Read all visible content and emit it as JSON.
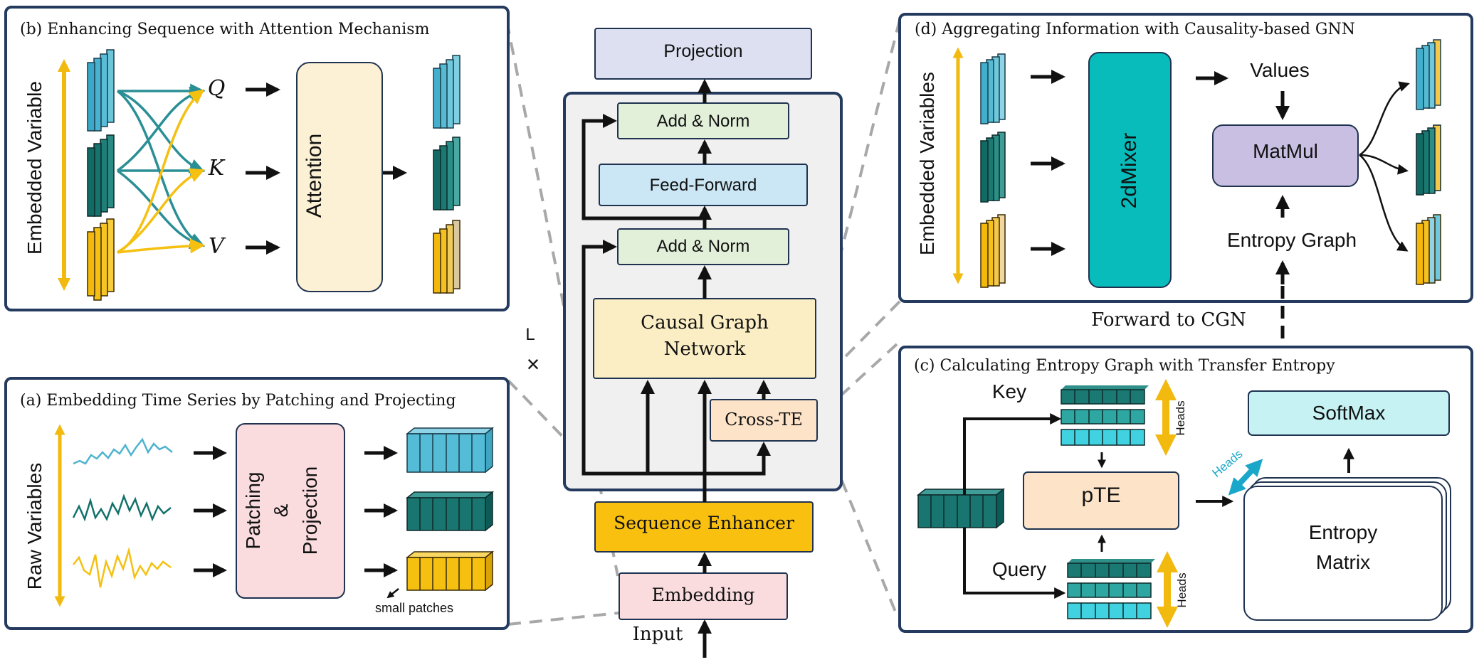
{
  "colors": {
    "panel_border": "#243a5e",
    "cyan": "#4fb3cf",
    "teal": "#12716b",
    "yellow": "#f5c010",
    "gold_arrow": "#f2b90f"
  },
  "main": {
    "projection": "Projection",
    "add_norm_top": "Add & Norm",
    "feed_forward": "Feed-Forward",
    "add_norm_bottom": "Add & Norm",
    "cgn_line1": "Causal Graph",
    "cgn_line2": "Network",
    "cross_te": "Cross-TE",
    "sequence_enhancer": "Sequence Enhancer",
    "embedding": "Embedding",
    "input": "Input",
    "l_label": "L",
    "times": "×"
  },
  "panel_a": {
    "title": "(a)  Embedding Time Series by Patching and Projecting",
    "axis_label": "Raw Variables",
    "box_line1": "Patching",
    "box_line2": "&",
    "box_line3": "Projection",
    "note": "small patches"
  },
  "panel_b": {
    "title": "(b)  Enhancing Sequence with Attention Mechanism",
    "axis_label": "Embedded Variable",
    "q": "Q",
    "k": "K",
    "v": "V",
    "attention": "Attention"
  },
  "panel_c": {
    "title": "(c)  Calculating Entropy Graph with Transfer Entropy",
    "key": "Key",
    "query": "Query",
    "heads_key": "Heads",
    "heads_query": "Heads",
    "heads_diag": "Heads",
    "pte": "pTE",
    "softmax": "SoftMax",
    "matrix_line1": "Entropy",
    "matrix_line2": "Matrix"
  },
  "panel_d": {
    "title": "(d)  Aggregating Information with Causality-based GNN",
    "axis_label": "Embedded Variables",
    "mixer": "2dMixer",
    "values": "Values",
    "matmul": "MatMul",
    "entropy_graph": "Entropy Graph",
    "forward": "Forward to CGN"
  }
}
